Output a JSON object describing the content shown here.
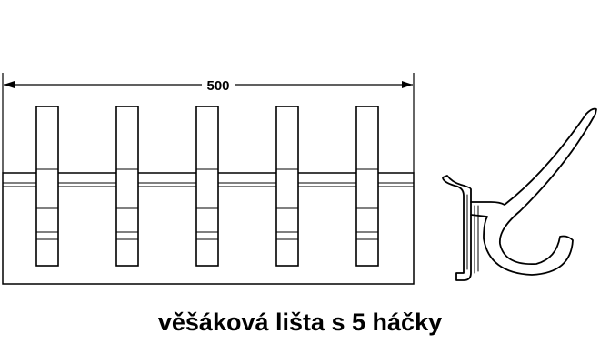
{
  "drawing": {
    "dimension_label": "500",
    "hook_count": 5,
    "colors": {
      "line": "#000000",
      "background": "#ffffff"
    }
  },
  "caption": "věšáková lišta s 5 háčky"
}
